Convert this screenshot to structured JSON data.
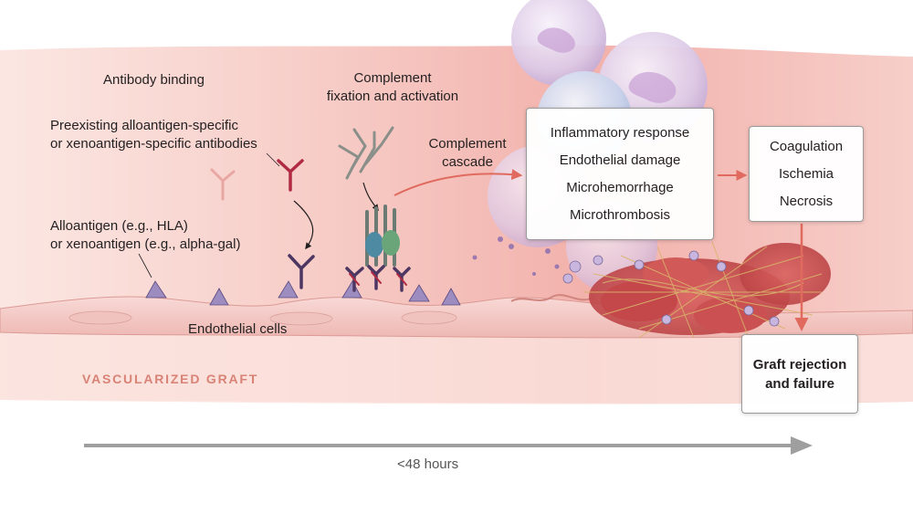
{
  "labels": {
    "antibody_binding": "Antibody binding",
    "complement_fixation_line1": "Complement",
    "complement_fixation_line2": "fixation and activation",
    "preexisting_line1": "Preexisting alloantigen-specific",
    "preexisting_line2": "or xenoantigen-specific antibodies",
    "alloantigen_line1": "Alloantigen (e.g., HLA)",
    "alloantigen_line2": "or xenoantigen (e.g., alpha-gal)",
    "endothelial_cells": "Endothelial cells",
    "complement_cascade_line1": "Complement",
    "complement_cascade_line2": "cascade",
    "vascularized_graft": "VASCULARIZED GRAFT",
    "timeline": "<48 hours"
  },
  "boxes": {
    "inflammation": [
      "Inflammatory response",
      "Endothelial damage",
      "Microhemorrhage",
      "Microthrombosis"
    ],
    "outcomes": [
      "Coagulation",
      "Ischemia",
      "Necrosis"
    ],
    "final": [
      "Graft rejection",
      "and failure"
    ]
  },
  "colors": {
    "tissue_pink": "#f2b7b3",
    "antibody_red": "#b02a43",
    "antibody_purple": "#4d3762",
    "antigen_purple": "#9c8cbf",
    "arrow_red": "#e06a5e",
    "timeline_gray": "#9f9f9f",
    "graft_label": "#d98276"
  }
}
